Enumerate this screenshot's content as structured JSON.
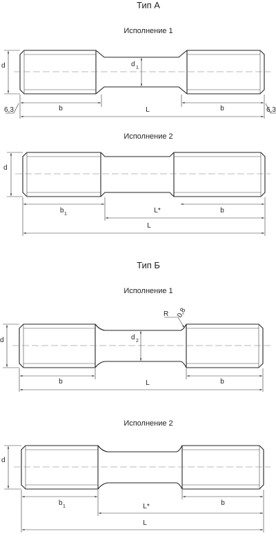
{
  "type_a": {
    "title": "Тип А",
    "variant1": {
      "title": "Исполнение 1",
      "d": "d",
      "d1": "d",
      "d1_sub": "1",
      "b_left": "b",
      "L": "L",
      "b_right": "b",
      "roughness_left": "6,3",
      "roughness_right": "6,3"
    },
    "variant2": {
      "title": "Исполнение 2",
      "d": "d",
      "b1": "b",
      "b1_sub": "1",
      "Lstar": "L*",
      "b": "b",
      "L": "L"
    }
  },
  "type_b": {
    "title": "Тип Б",
    "variant1": {
      "title": "Исполнение 1",
      "d": "d",
      "d2": "d",
      "d2_sub": "2",
      "R": "R",
      "R_value": "0,8",
      "b_left": "b",
      "L": "L",
      "b_right": "b"
    },
    "variant2": {
      "title": "Исполнение 2",
      "d": "d",
      "b1": "b",
      "b1_sub": "1",
      "Lstar": "L*",
      "b": "b",
      "L": "L"
    }
  }
}
